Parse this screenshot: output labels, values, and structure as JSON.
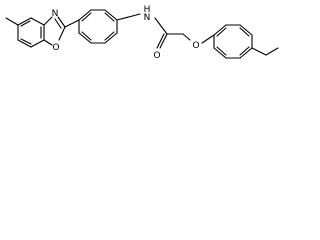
{
  "molecule": {
    "atoms": {
      "oxazole_n": "N",
      "oxazole_o": "O",
      "amide_n": "N",
      "amide_h": "H",
      "carbonyl_o": "O",
      "ether_o": "O"
    },
    "colors": {
      "bond": "#000000",
      "label": "#000000",
      "background": "#ffffff"
    }
  }
}
